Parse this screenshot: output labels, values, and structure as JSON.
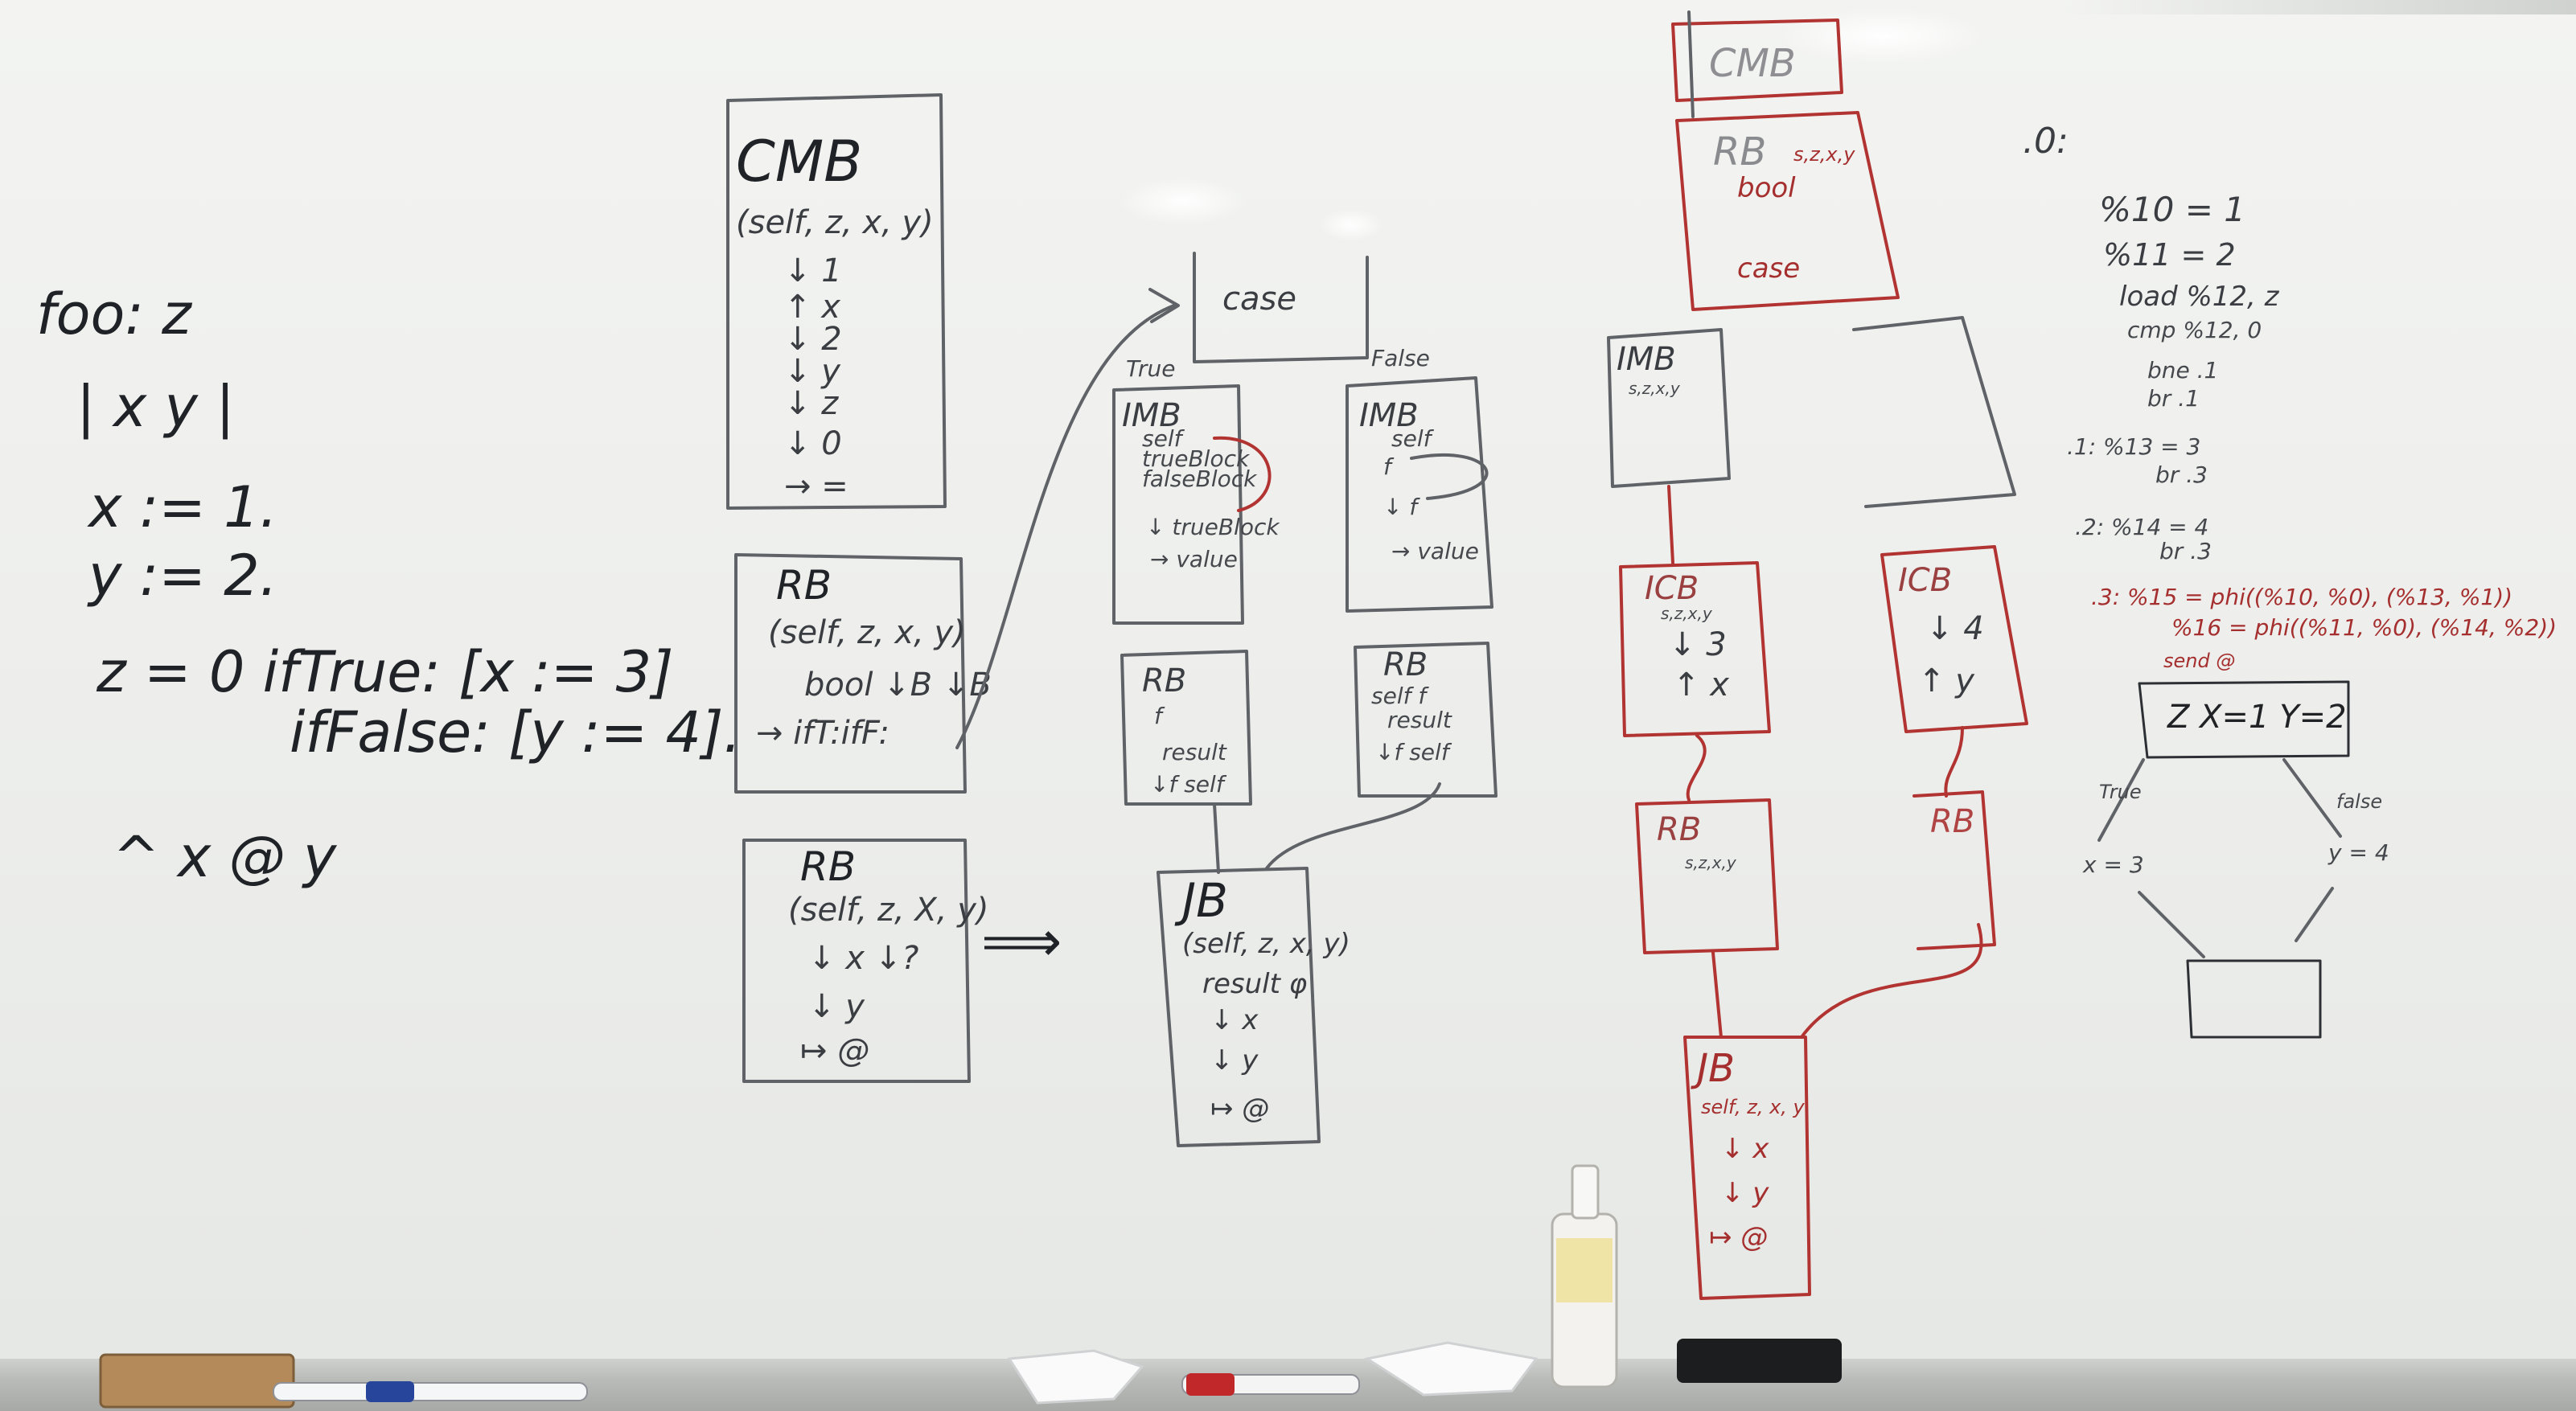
{
  "left_code": {
    "line1": "foo: z",
    "line2": "| x   y |",
    "line3": "x := 1.",
    "line4": "y := 2.",
    "line5": "z = 0  ifTrue: [x := 3]",
    "line6": "ifFalse: [y := 4].",
    "line7": "^ x @ y"
  },
  "col1": {
    "cmb_title": "CMB",
    "cmb_args": "(self, z, x, y)",
    "cmb_stack": [
      "↓ 1",
      "↑ x",
      "↓ 2",
      "↓ y",
      "↓ z",
      "↓ 0",
      "→ ="
    ],
    "rb1_title": "RB",
    "rb1_args": "(self, z, x, y)",
    "rb1_lines": [
      "bool ↓B ↓B",
      "→ ifT:ifF:"
    ],
    "rb2_title": "RB",
    "rb2_args": "(self, z, X, y)",
    "rb2_lines": [
      "↓ x ↓?",
      "↓ y",
      "↦ @"
    ],
    "arrow": "⟹"
  },
  "col2": {
    "case": "case",
    "true_label": "True",
    "false_label": "False",
    "imb_t_title": "IMB",
    "imb_t_lines": [
      "self",
      "trueBlock",
      "falseBlock",
      "↓ trueBlock",
      "→ value"
    ],
    "imb_f_title": "IMB",
    "imb_f_lines": [
      "self",
      "f",
      "f)",
      "↓ f",
      "→ value"
    ],
    "rb_t_title": "RB",
    "rb_t_lines": [
      "f",
      "result",
      "↓f self"
    ],
    "rb_f_title": "RB",
    "rb_f_lines": [
      "self f",
      "result",
      "↓f self"
    ],
    "jb_title": "JB",
    "jb_lines": [
      "(self, z, x, y)",
      "result φ",
      "↓ x",
      "↓ y",
      "↦ @"
    ]
  },
  "col3": {
    "cmb": "CMB",
    "rb_title": "RB",
    "rb_sub": "s,z,x,y",
    "rb_bool": "bool",
    "rb_case": "case",
    "imb_title": "IMB",
    "imb_sub": "s,z,x,y",
    "icb1_title": "ICB",
    "icb1_sub": "s,z,x,y",
    "icb1_lines": [
      "↓ 3",
      "↑ x"
    ],
    "icb2_title": "ICB",
    "icb2_lines": [
      "↓ 4",
      "↑ y"
    ],
    "rb2_title": "RB",
    "rb2_sub": "s,z,x,y",
    "rb3_title": "RB",
    "jb_title": "JB",
    "jb_lines": [
      "self, z, x, y",
      "↓ x",
      "↓ y",
      "↦ @"
    ]
  },
  "col4": {
    "header": ".0:",
    "ir_lines": [
      "%10 = 1",
      "%11 = 2",
      "load %12, z",
      "cmp %12, 0",
      "bne .1",
      "br .1",
      ".1:  %13 = 3",
      "br .3",
      ".2:  %14 = 4",
      "br .3",
      ".3:  %15 = phi((%10, %0), (%13, %1))",
      "%16 = phi((%11, %0), (%14, %2))",
      "send @"
    ],
    "top_box": "Z  X=1  Y=2",
    "true_label": "True",
    "false_label": "false",
    "left_node": "x = 3",
    "right_node": "y = 4"
  }
}
